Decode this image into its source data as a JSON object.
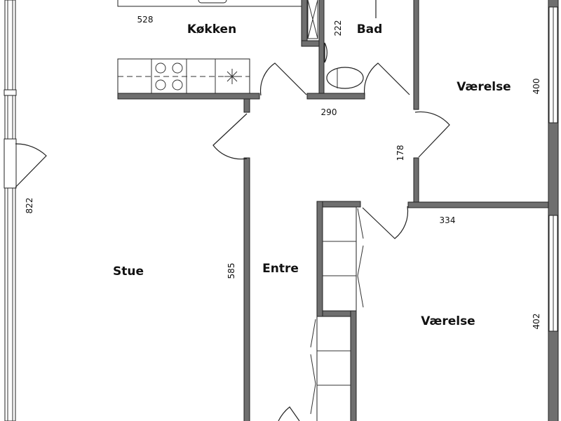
{
  "rooms": {
    "kitchen": "Køkken",
    "bathroom": "Bad",
    "bedroom_1": "Værelse",
    "bedroom_2": "Værelse",
    "living_room": "Stue",
    "hallway": "Entre"
  },
  "dimensions": {
    "kitchen_width": "528",
    "bathroom_height": "222",
    "hall_width": "290",
    "bedroom_1_height": "400",
    "hall_segment": "178",
    "bedroom_2_width": "334",
    "living_height": "822",
    "entre_height": "585",
    "bedroom_2_height": "402"
  },
  "colors": {
    "wall": "#6f6f6f",
    "line": "#222222"
  }
}
